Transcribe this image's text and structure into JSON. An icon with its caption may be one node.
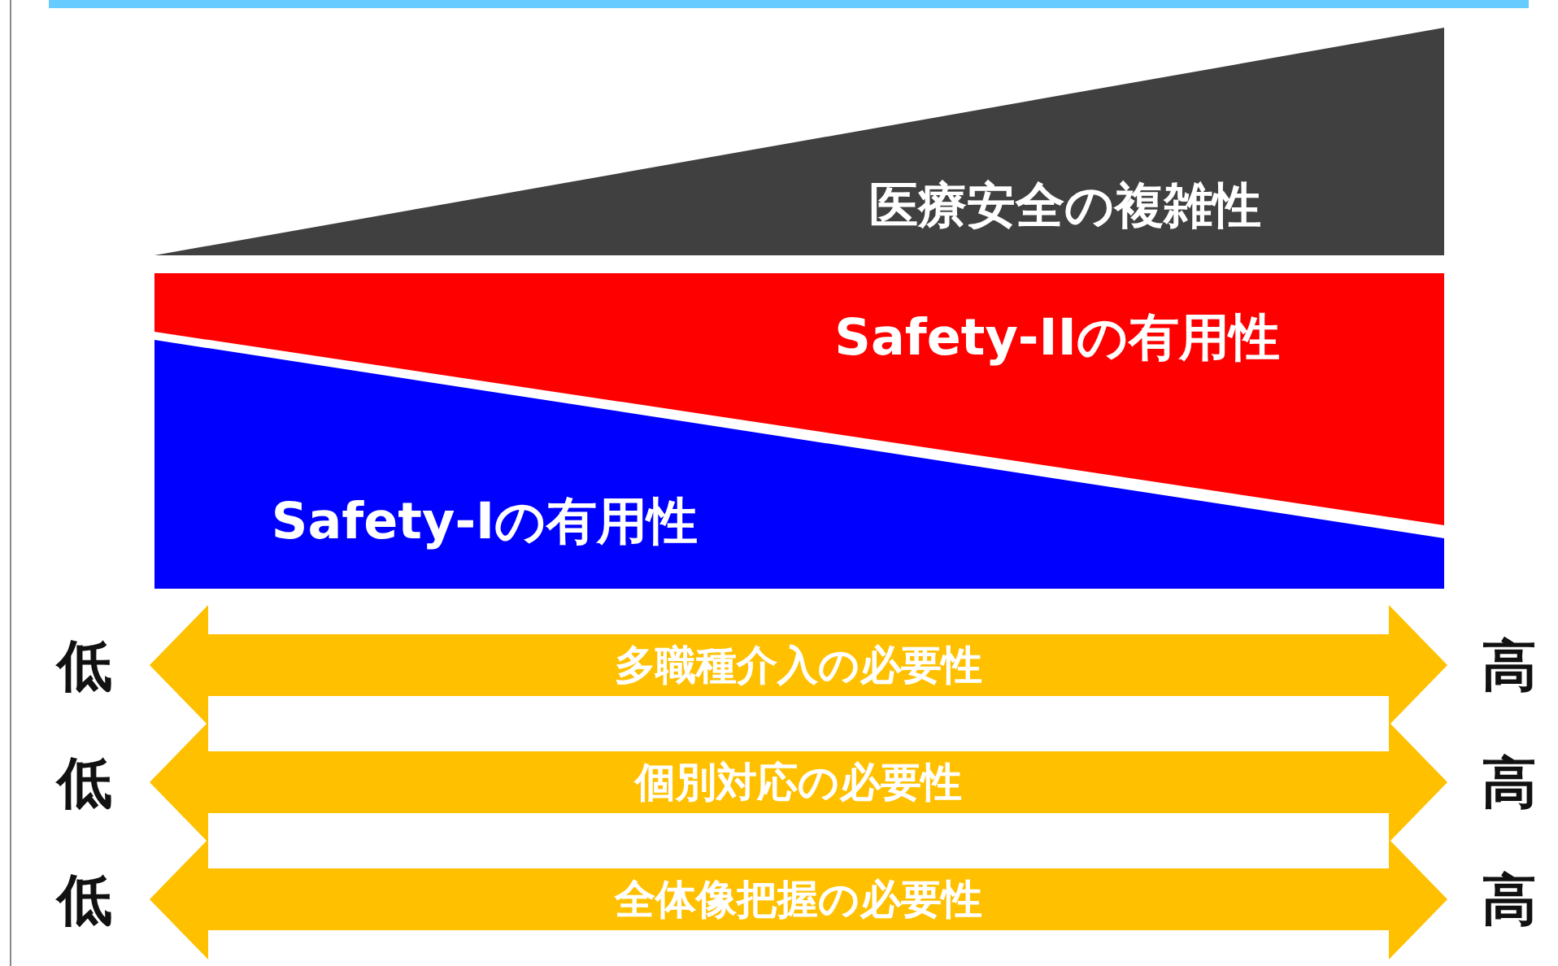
{
  "diagram": {
    "nodes": [
      {
        "text": [
          "医療安全の複雑性"
        ]
      },
      {
        "text": [
          "Safety-IIの有用性"
        ]
      },
      {
        "text": [
          "Safety-Iの有用性"
        ]
      },
      {
        "text": [
          "多職種介入の必要性"
        ]
      },
      {
        "text": [
          "個別対応の必要性"
        ]
      },
      {
        "text": [
          "全体像把握の必要性"
        ]
      }
    ],
    "labels": [
      "低",
      "高",
      "低",
      "高",
      "低",
      "高"
    ]
  }
}
